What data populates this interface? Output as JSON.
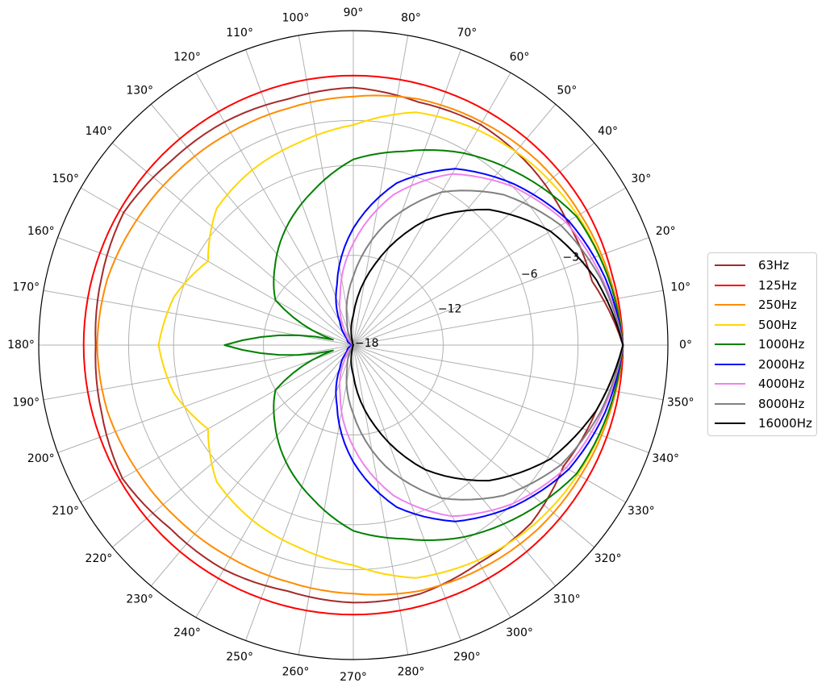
{
  "chart_data": {
    "type": "polar-line",
    "title": "",
    "angle_unit": "degrees",
    "angle_ticks": [
      "0°",
      "10°",
      "20°",
      "30°",
      "40°",
      "50°",
      "60°",
      "70°",
      "80°",
      "90°",
      "100°",
      "110°",
      "120°",
      "130°",
      "140°",
      "150°",
      "160°",
      "170°",
      "180°",
      "190°",
      "200°",
      "210°",
      "220°",
      "230°",
      "240°",
      "250°",
      "260°",
      "270°",
      "280°",
      "290°",
      "300°",
      "310°",
      "320°",
      "330°",
      "340°",
      "350°"
    ],
    "radial_range": [
      -18,
      3
    ],
    "radial_ticks": [
      -18,
      -12,
      -6,
      -3
    ],
    "radial_tick_labels": [
      "−18",
      "−12",
      "−6",
      "−3"
    ],
    "grid": true,
    "legend_position": "right",
    "angles": [
      0,
      15,
      30,
      45,
      60,
      75,
      90,
      105,
      120,
      135,
      150,
      165,
      180,
      195,
      210,
      225,
      240,
      255,
      270,
      285,
      300,
      315,
      330,
      345,
      360
    ],
    "series": [
      {
        "name": "63Hz",
        "color": "#a52a2a",
        "values": [
          0,
          -1.5,
          -1.5,
          -1.2,
          -1.0,
          -1.2,
          -0.8,
          -1.0,
          -0.8,
          -0.7,
          -0.3,
          -0.6,
          -0.8,
          -0.6,
          -0.2,
          -0.7,
          -0.7,
          -1.0,
          -0.8,
          -0.8,
          -1.2,
          -1.2,
          -1.8,
          -1.2,
          0
        ]
      },
      {
        "name": "125Hz",
        "color": "#ff0000",
        "values": [
          0,
          -0.1,
          0,
          0,
          0,
          0,
          0,
          0,
          0,
          0,
          0,
          0,
          0,
          0,
          0,
          0,
          0,
          0,
          0,
          0,
          0,
          0,
          0,
          0,
          0
        ]
      },
      {
        "name": "250Hz",
        "color": "#ff8c00",
        "values": [
          0,
          -0.3,
          -0.5,
          -0.6,
          -0.8,
          -1.0,
          -1.4,
          -1.6,
          -1.6,
          -1.5,
          -1.3,
          -1.0,
          -0.9,
          -1.0,
          -1.3,
          -1.5,
          -1.6,
          -1.6,
          -1.4,
          -1.0,
          -0.8,
          -0.6,
          -0.5,
          -0.3,
          0
        ]
      },
      {
        "name": "500Hz",
        "color": "#ffd700",
        "values": [
          0,
          -0.4,
          -0.7,
          -1.0,
          -1.4,
          -1.9,
          -3.3,
          -4.0,
          -4.5,
          -5.1,
          -6.8,
          -5.6,
          -5.0,
          -5.6,
          -6.8,
          -5.1,
          -4.5,
          -4.0,
          -3.3,
          -1.9,
          -1.4,
          -1.0,
          -0.7,
          -0.4,
          0
        ]
      },
      {
        "name": "1000Hz",
        "color": "#008000",
        "values": [
          0,
          -0.4,
          -0.8,
          -2.0,
          -3.2,
          -4.6,
          -5.6,
          -7.4,
          -9.0,
          -10.6,
          -12.0,
          -16.6,
          -9.4,
          -16.6,
          -12.0,
          -10.6,
          -9.0,
          -7.4,
          -5.6,
          -4.6,
          -3.2,
          -2.0,
          -0.8,
          -0.4,
          0
        ]
      },
      {
        "name": "2000Hz",
        "color": "#0000ff",
        "values": [
          0,
          -0.6,
          -1.4,
          -2.8,
          -4.4,
          -6.8,
          -10.2,
          -13.8,
          -16.2,
          -17.4,
          -17.6,
          -18.0,
          -18.0,
          -18.0,
          -17.6,
          -17.4,
          -16.2,
          -13.8,
          -10.2,
          -6.8,
          -4.4,
          -2.8,
          -1.4,
          -0.6,
          0
        ]
      },
      {
        "name": "4000Hz",
        "color": "#ee82ee",
        "values": [
          0,
          -0.8,
          -1.6,
          -3.0,
          -4.8,
          -7.6,
          -11.2,
          -14.6,
          -16.8,
          -17.8,
          -18.0,
          -18.0,
          -18.0,
          -18.0,
          -18.0,
          -17.8,
          -16.8,
          -14.6,
          -11.2,
          -7.6,
          -4.8,
          -3.0,
          -1.6,
          -0.8,
          0
        ]
      },
      {
        "name": "8000Hz",
        "color": "#808080",
        "values": [
          0,
          -0.9,
          -2.0,
          -3.8,
          -6.2,
          -9.6,
          -13.4,
          -16.4,
          -17.8,
          -18.0,
          -18.0,
          -18.0,
          -18.0,
          -18.0,
          -18.0,
          -18.0,
          -17.8,
          -16.4,
          -13.4,
          -9.6,
          -6.2,
          -3.8,
          -2.0,
          -0.9,
          0
        ]
      },
      {
        "name": "16000Hz",
        "color": "#000000",
        "values": [
          0,
          -1.2,
          -2.8,
          -5.2,
          -8.4,
          -12.4,
          -16.0,
          -17.8,
          -18.0,
          -18.0,
          -18.0,
          -18.0,
          -18.0,
          -18.0,
          -18.0,
          -18.0,
          -18.0,
          -17.8,
          -16.0,
          -12.4,
          -8.4,
          -5.2,
          -2.8,
          -1.2,
          0
        ]
      }
    ]
  }
}
